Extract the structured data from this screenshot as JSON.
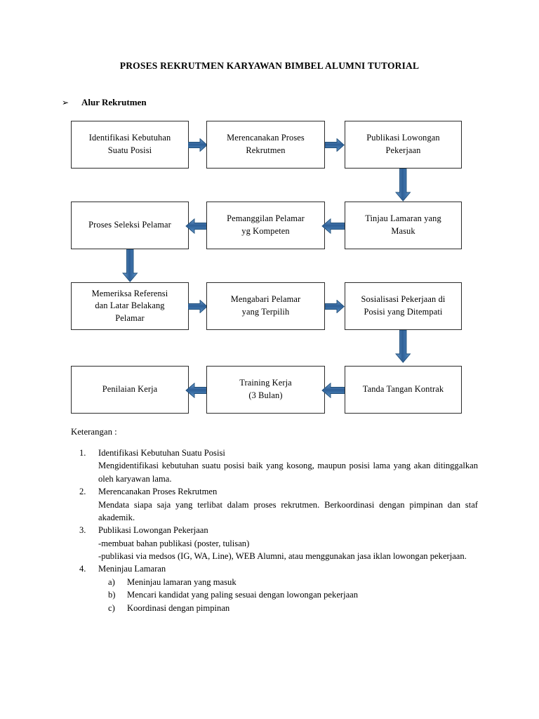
{
  "document": {
    "title": "PROSES REKRUTMEN KARYAWAN BIMBEL ALUMNI TUTORIAL",
    "section_heading": "Alur Rekrutmen",
    "section_bullet": "➢",
    "keterangan_label": "Keterangan :"
  },
  "colors": {
    "arrow_light": "#6f9fd0",
    "arrow_mid": "#4a7fb5",
    "arrow_dark": "#2e5f96",
    "arrow_outline": "#1f4e79",
    "box_border": "#2b2b2b",
    "text": "#000000",
    "page_background": "#ffffff"
  },
  "flowchart": {
    "boxes": [
      {
        "id": "box-1",
        "label": "Identifikasi Kebutuhan Suatu Posisi"
      },
      {
        "id": "box-2",
        "label": "Merencanakan Proses Rekrutmen"
      },
      {
        "id": "box-3",
        "label": "Publikasi Lowongan Pekerjaan"
      },
      {
        "id": "box-4",
        "label": "Tinjau Lamaran yang Masuk"
      },
      {
        "id": "box-5",
        "label": "Pemanggilan Pelamar yg Kompeten"
      },
      {
        "id": "box-6",
        "label": "Proses Seleksi Pelamar"
      },
      {
        "id": "box-7",
        "label": "Memeriksa Referensi dan Latar Belakang Pelamar"
      },
      {
        "id": "box-8",
        "label": "Mengabari Pelamar yang Terpilih"
      },
      {
        "id": "box-9",
        "label": "Sosialisasi Pekerjaan di Posisi yang Ditempati"
      },
      {
        "id": "box-10",
        "label": "Tanda Tangan Kontrak"
      },
      {
        "id": "box-11",
        "label": "Training Kerja (3 Bulan)"
      },
      {
        "id": "box-12",
        "label": "Penilaian Kerja"
      }
    ],
    "box_lines": {
      "box-1": [
        "Identifikasi Kebutuhan",
        "Suatu Posisi"
      ],
      "box-2": [
        "Merencanakan Proses",
        "Rekrutmen"
      ],
      "box-3": [
        "Publikasi Lowongan",
        "Pekerjaan"
      ],
      "box-4": [
        "Tinjau Lamaran yang",
        "Masuk"
      ],
      "box-5": [
        "Pemanggilan Pelamar",
        "yg Kompeten"
      ],
      "box-6": [
        "Proses Seleksi Pelamar"
      ],
      "box-7": [
        "Memeriksa Referensi",
        "dan Latar Belakang",
        "Pelamar"
      ],
      "box-8": [
        "Mengabari Pelamar",
        "yang Terpilih"
      ],
      "box-9": [
        "Sosialisasi Pekerjaan di",
        "Posisi yang Ditempati"
      ],
      "box-10": [
        "Tanda Tangan Kontrak"
      ],
      "box-11": [
        "Training Kerja",
        "(3 Bulan)"
      ],
      "box-12": [
        "Penilaian Kerja"
      ]
    },
    "arrows": [
      {
        "id": "arrow-1",
        "direction": "right",
        "from": "box-1",
        "to": "box-2"
      },
      {
        "id": "arrow-2",
        "direction": "right",
        "from": "box-2",
        "to": "box-3"
      },
      {
        "id": "arrow-3",
        "direction": "down",
        "from": "box-3",
        "to": "box-4"
      },
      {
        "id": "arrow-4",
        "direction": "left",
        "from": "box-4",
        "to": "box-5"
      },
      {
        "id": "arrow-5",
        "direction": "left",
        "from": "box-5",
        "to": "box-6"
      },
      {
        "id": "arrow-6",
        "direction": "down",
        "from": "box-6",
        "to": "box-7"
      },
      {
        "id": "arrow-7",
        "direction": "right",
        "from": "box-7",
        "to": "box-8"
      },
      {
        "id": "arrow-8",
        "direction": "right",
        "from": "box-8",
        "to": "box-9"
      },
      {
        "id": "arrow-9",
        "direction": "down",
        "from": "box-9",
        "to": "box-10"
      },
      {
        "id": "arrow-10",
        "direction": "left",
        "from": "box-10",
        "to": "box-11"
      },
      {
        "id": "arrow-11",
        "direction": "left",
        "from": "box-11",
        "to": "box-12"
      }
    ]
  },
  "notes": [
    {
      "number": "1.",
      "title": "Identifikasi Kebutuhan Suatu Posisi",
      "body": "Mengidentifikasi kebutuhan suatu posisi baik yang kosong, maupun posisi lama yang akan ditinggalkan oleh karyawan lama."
    },
    {
      "number": "2.",
      "title": "Merencanakan Proses Rekrutmen",
      "body": "Mendata siapa saja yang terlibat dalam proses rekrutmen. Berkoordinasi dengan pimpinan dan staf akademik."
    },
    {
      "number": "3.",
      "title": "Publikasi Lowongan Pekerjaan",
      "body_line1": "-membuat bahan publikasi (poster, tulisan)",
      "body_line2": "-publikasi via medsos (IG, WA, Line), WEB Alumni, atau menggunakan jasa iklan lowongan pekerjaan."
    },
    {
      "number": "4.",
      "title": "Meninjau Lamaran",
      "subitems": [
        {
          "marker": "a)",
          "text": "Meninjau lamaran yang masuk"
        },
        {
          "marker": "b)",
          "text": "Mencari kandidat yang paling sesuai dengan lowongan pekerjaan"
        },
        {
          "marker": "c)",
          "text": "Koordinasi dengan pimpinan"
        }
      ]
    }
  ]
}
